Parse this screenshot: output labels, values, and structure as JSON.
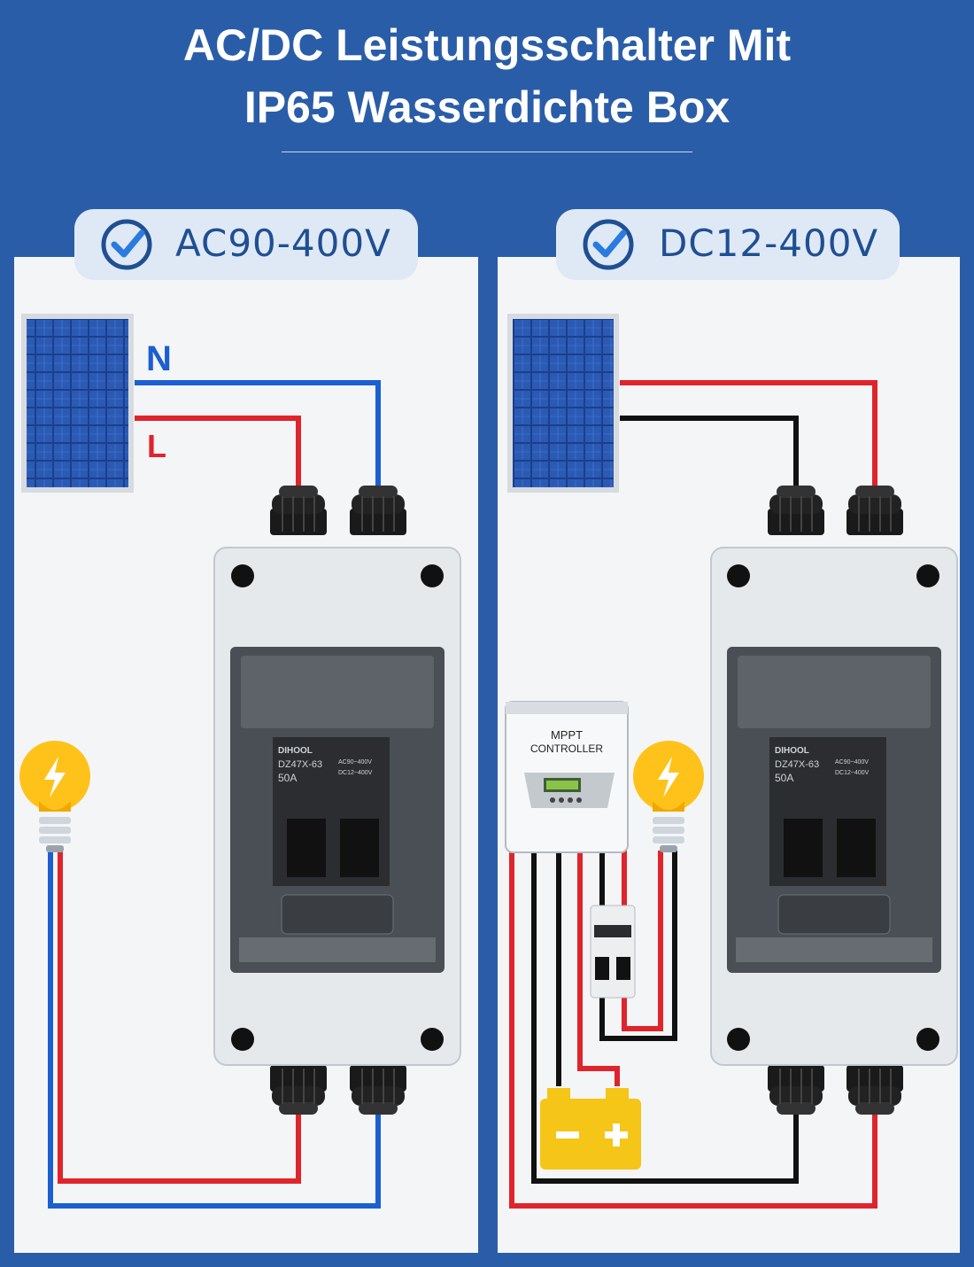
{
  "title": {
    "line1": "AC/DC Leistungsschalter Mit",
    "line2": "IP65 Wasserdichte Box"
  },
  "left_panel": {
    "voltage": "AC90-400V",
    "wire_labels": {
      "neutral": "N",
      "live": "L"
    }
  },
  "right_panel": {
    "voltage": "DC12-400V",
    "controller": {
      "line1": "MPPT",
      "line2": "CONTROLLER"
    }
  },
  "breaker": {
    "brand": "DIHOOL",
    "model": "DZ47X-63",
    "rating": "50A",
    "ac_range": "AC90~400V",
    "dc_range": "DC12~400V"
  },
  "battery": {
    "minus": "−",
    "plus": "+"
  },
  "colors": {
    "background": "#2a5da8",
    "panel": "#f4f5f7",
    "badge": "#dfe9f5",
    "wire_red": "#e0242c",
    "wire_blue": "#1b5fd0",
    "wire_black": "#111111",
    "battery": "#f5c518",
    "bulb": "#ffc21a"
  },
  "icons": [
    "check-icon",
    "solar-panel-icon",
    "light-bulb-icon",
    "battery-icon",
    "lightning-icon"
  ]
}
